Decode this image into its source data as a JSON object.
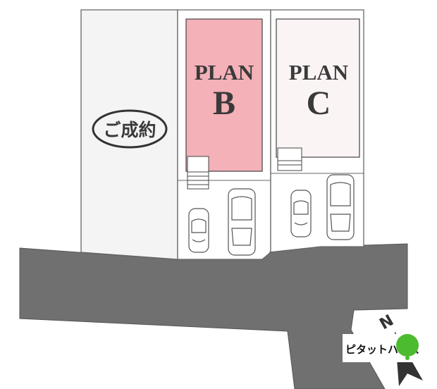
{
  "lots": {
    "sold": {
      "label": "ご成約"
    },
    "plan_b": {
      "label_line1": "PLAN",
      "label_line2": "B",
      "color": "#f4b1b8"
    },
    "plan_c": {
      "label_line1": "PLAN",
      "label_line2": "C",
      "color": "#fbf4f5"
    }
  },
  "road": {
    "color": "#707070"
  },
  "north": {
    "label": "N"
  },
  "brand": {
    "name": "ピタットハウス",
    "accent": "#4cbb2f"
  }
}
